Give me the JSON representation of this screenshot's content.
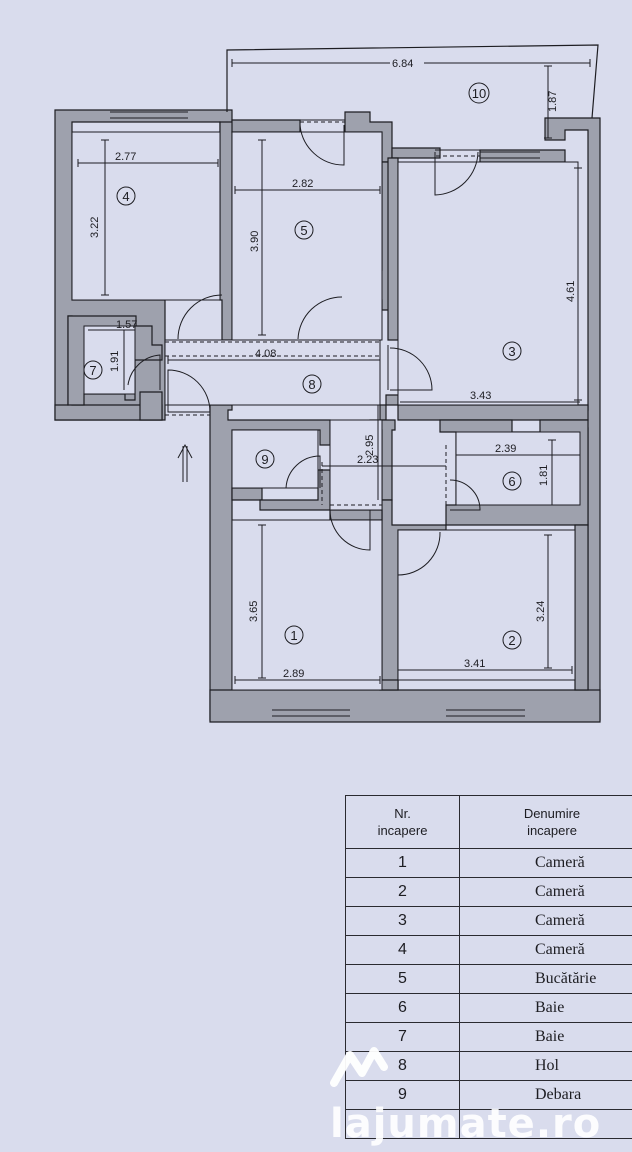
{
  "dimensions": {
    "d684": "6.84",
    "d187": "1.87",
    "d277": "2.77",
    "d322": "3.22",
    "d282": "2.82",
    "d390": "3.90",
    "d461": "4.61",
    "d157": "1.57",
    "d191": "1.91",
    "d408": "4.08",
    "d343": "3.43",
    "d295": "2.95",
    "d223": "2.23",
    "d239": "2.39",
    "d181": "1.81",
    "d365": "3.65",
    "d324": "3.24",
    "d289": "2.89",
    "d341": "3.41"
  },
  "room_numbers": {
    "r1": "1",
    "r2": "2",
    "r3": "3",
    "r4": "4",
    "r5": "5",
    "r6": "6",
    "r7": "7",
    "r8": "8",
    "r9": "9",
    "r10": "10"
  },
  "entrance_arrow_icon": "up-arrow-icon",
  "legend": {
    "header_nr_line1": "Nr.",
    "header_nr_line2": "incapere",
    "header_name_line1": "Denumire",
    "header_name_line2": "incapere",
    "rows": [
      {
        "nr": "1",
        "name": "Cameră"
      },
      {
        "nr": "2",
        "name": "Cameră"
      },
      {
        "nr": "3",
        "name": "Cameră"
      },
      {
        "nr": "4",
        "name": "Cameră"
      },
      {
        "nr": "5",
        "name": "Bucătărie"
      },
      {
        "nr": "6",
        "name": "Baie"
      },
      {
        "nr": "7",
        "name": "Baie"
      },
      {
        "nr": "8",
        "name": "Hol"
      },
      {
        "nr": "9",
        "name": "Debara"
      },
      {
        "nr": "",
        "name": ""
      }
    ]
  },
  "watermark": {
    "text": "lajumate.ro",
    "icon": "lajumate-logo-icon"
  },
  "colors": {
    "background": "#d9dced",
    "wall_fill": "#9ea1ad",
    "line": "#1d1d22"
  }
}
